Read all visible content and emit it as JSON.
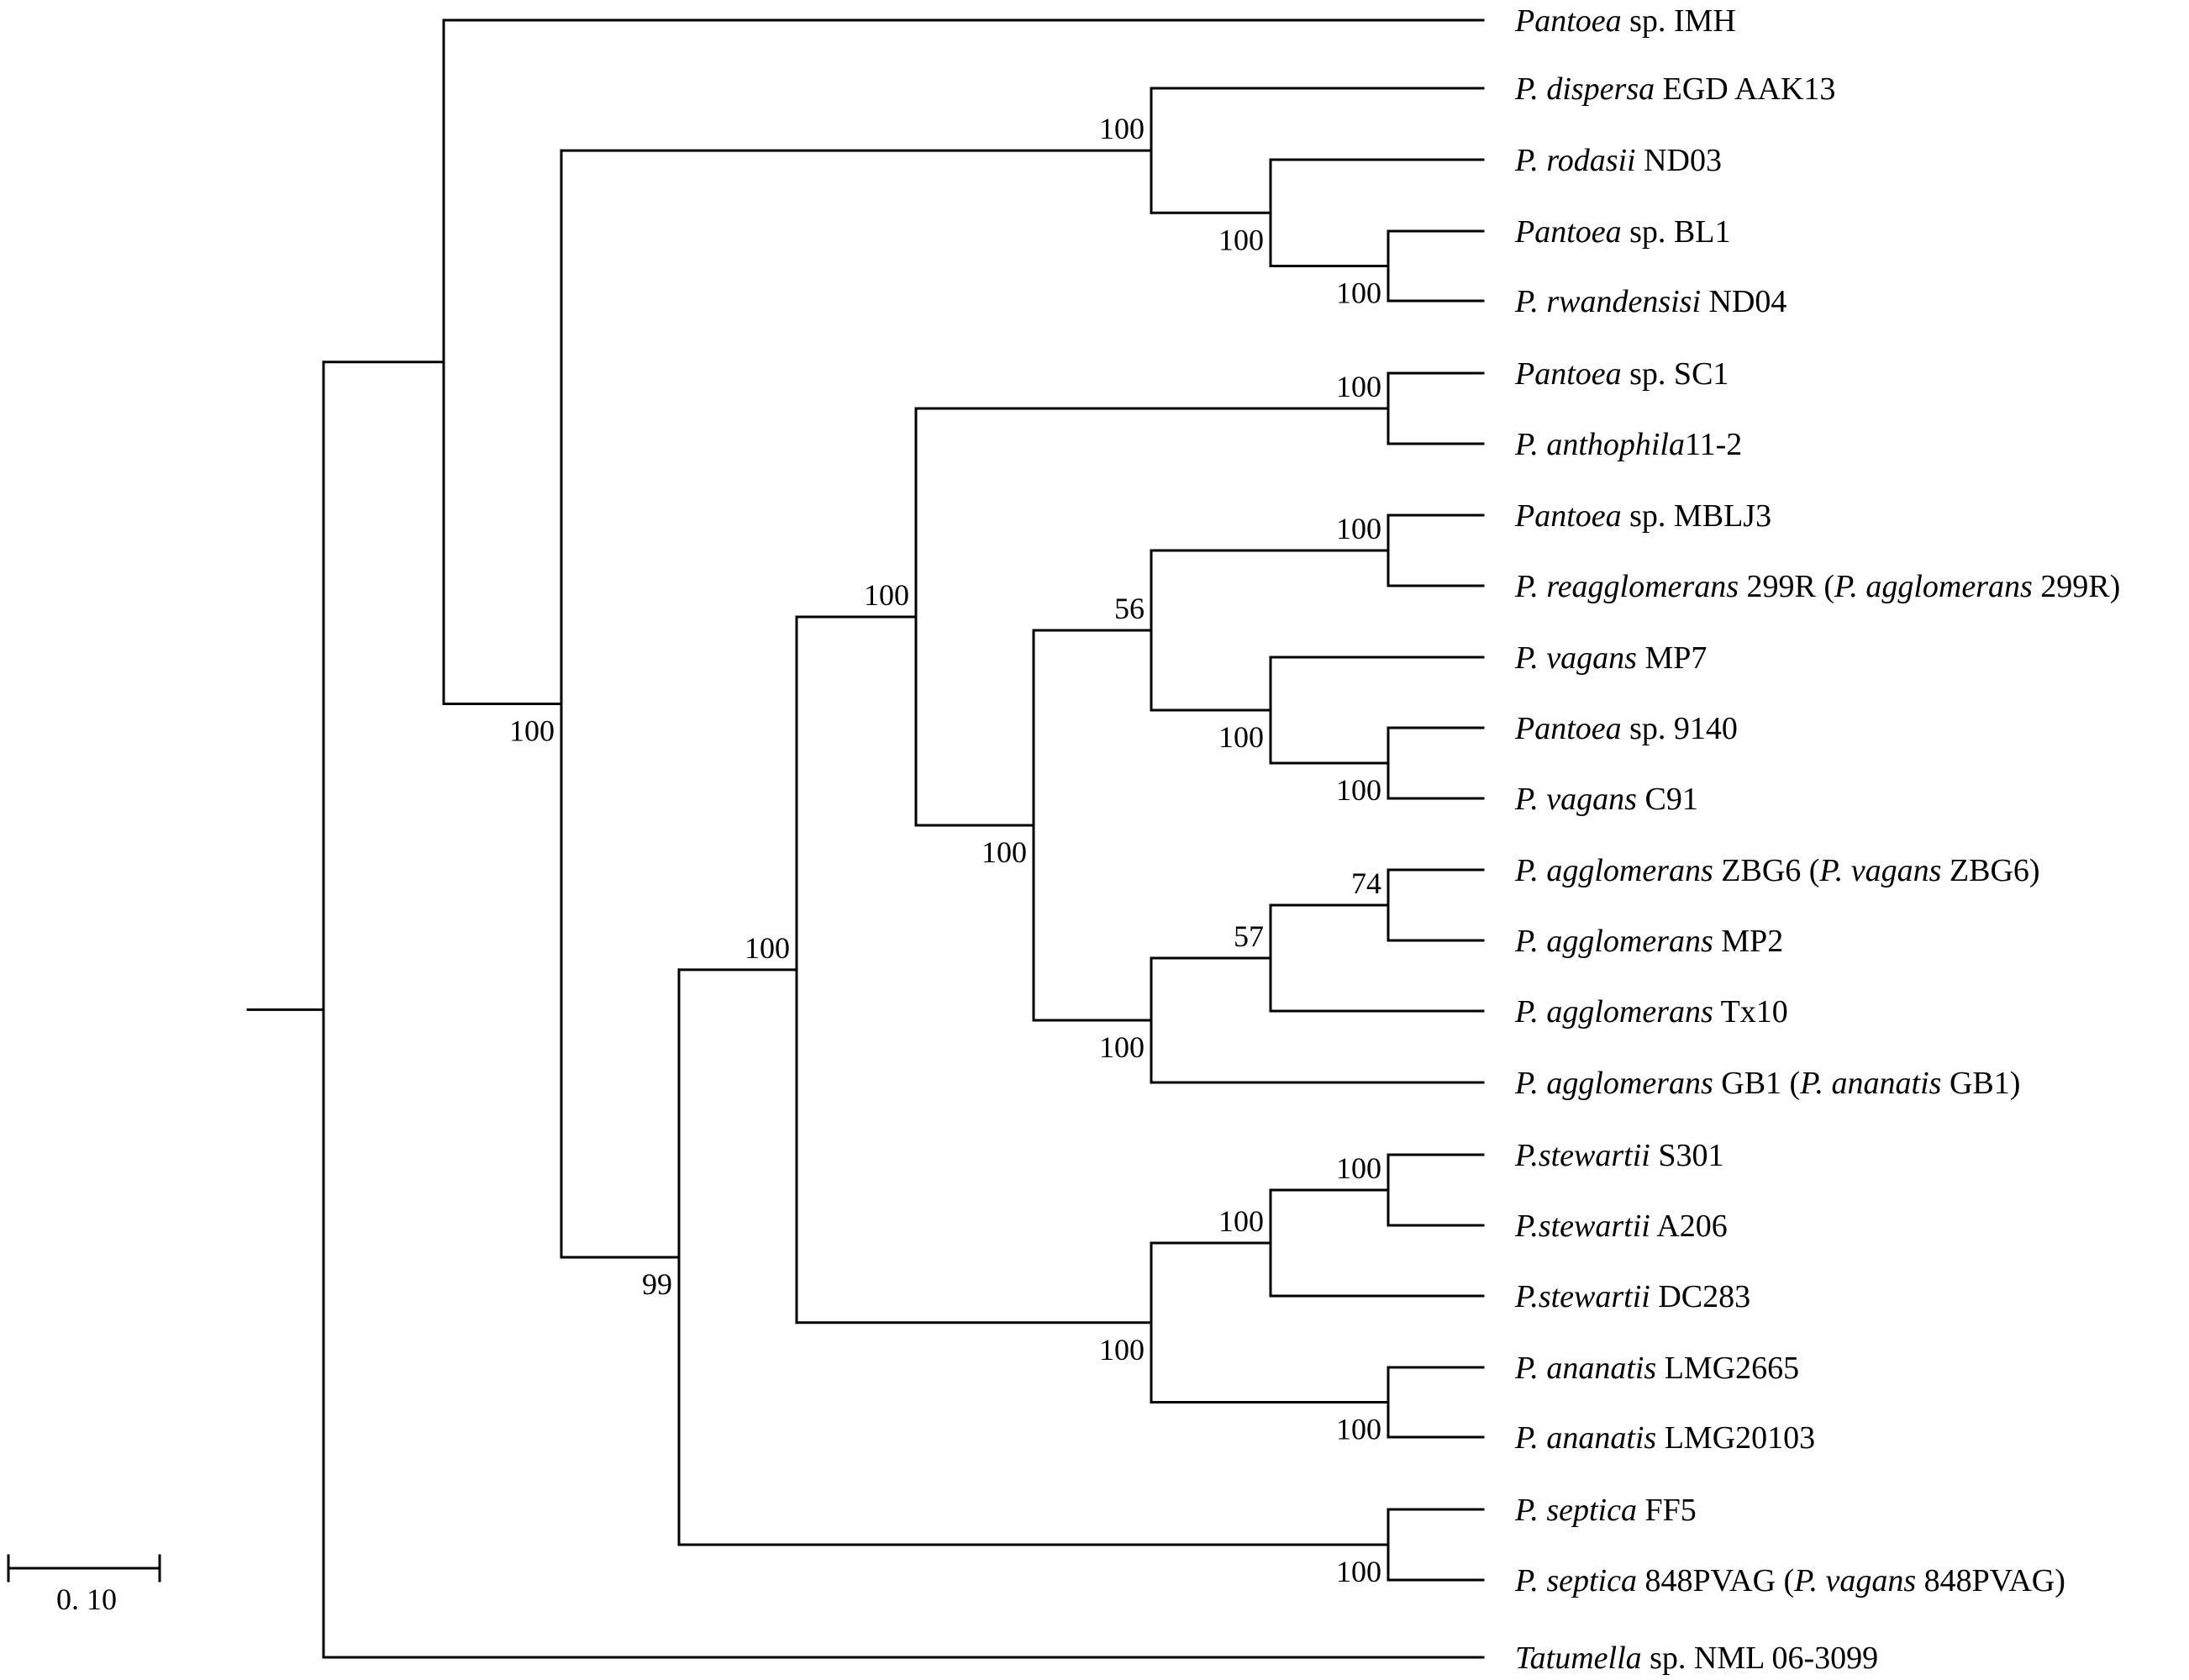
{
  "figure": {
    "taxa": [
      {
        "id": "t1",
        "parts": [
          {
            "t": "Pantoea",
            "i": true
          },
          {
            "t": " sp. IMH",
            "i": false
          }
        ]
      },
      {
        "id": "t2",
        "parts": [
          {
            "t": "P. dispersa",
            "i": true
          },
          {
            "t": " EGD AAK13",
            "i": false
          }
        ]
      },
      {
        "id": "t3",
        "parts": [
          {
            "t": "P. rodasii",
            "i": true
          },
          {
            "t": " ND03",
            "i": false
          }
        ]
      },
      {
        "id": "t4",
        "parts": [
          {
            "t": "Pantoea",
            "i": true
          },
          {
            "t": " sp. BL1",
            "i": false
          }
        ]
      },
      {
        "id": "t5",
        "parts": [
          {
            "t": "P. rwandensisi",
            "i": true
          },
          {
            "t": " ND04",
            "i": false
          }
        ]
      },
      {
        "id": "t6",
        "parts": [
          {
            "t": "Pantoea",
            "i": true
          },
          {
            "t": " sp. SC1",
            "i": false
          }
        ]
      },
      {
        "id": "t7",
        "parts": [
          {
            "t": "P. anthophila",
            "i": true
          },
          {
            "t": "11-2",
            "i": false
          }
        ]
      },
      {
        "id": "t8",
        "parts": [
          {
            "t": "Pantoea",
            "i": true
          },
          {
            "t": " sp. MBLJ3",
            "i": false
          }
        ]
      },
      {
        "id": "t9",
        "parts": [
          {
            "t": "P. reagglomerans",
            "i": true
          },
          {
            "t": " 299R (",
            "i": false
          },
          {
            "t": "P. agglomerans",
            "i": true
          },
          {
            "t": " 299R)",
            "i": false
          }
        ]
      },
      {
        "id": "t10",
        "parts": [
          {
            "t": "P.  vagans",
            "i": true
          },
          {
            "t": " MP7",
            "i": false
          }
        ]
      },
      {
        "id": "t11",
        "parts": [
          {
            "t": "Pantoea",
            "i": true
          },
          {
            "t": " sp. 9140",
            "i": false
          }
        ]
      },
      {
        "id": "t12",
        "parts": [
          {
            "t": "P.  vagans",
            "i": true
          },
          {
            "t": " C91",
            "i": false
          }
        ]
      },
      {
        "id": "t13",
        "parts": [
          {
            "t": "P. agglomerans",
            "i": true
          },
          {
            "t": " ZBG6 (",
            "i": false
          },
          {
            "t": "P. vagans",
            "i": true
          },
          {
            "t": " ZBG6)",
            "i": false
          }
        ]
      },
      {
        "id": "t14",
        "parts": [
          {
            "t": "P. agglomerans",
            "i": true
          },
          {
            "t": " MP2",
            "i": false
          }
        ]
      },
      {
        "id": "t15",
        "parts": [
          {
            "t": "P. agglomerans",
            "i": true
          },
          {
            "t": " Tx10",
            "i": false
          }
        ]
      },
      {
        "id": "t16",
        "parts": [
          {
            "t": "P. agglomerans",
            "i": true
          },
          {
            "t": " GB1 (",
            "i": false
          },
          {
            "t": "P. ananatis",
            "i": true
          },
          {
            "t": " GB1)",
            "i": false
          }
        ]
      },
      {
        "id": "t17",
        "parts": [
          {
            "t": "P.stewartii",
            "i": true
          },
          {
            "t": " S301",
            "i": false
          }
        ]
      },
      {
        "id": "t18",
        "parts": [
          {
            "t": "P.stewartii",
            "i": true
          },
          {
            "t": " A206",
            "i": false
          }
        ]
      },
      {
        "id": "t19",
        "parts": [
          {
            "t": "P.stewartii",
            "i": true
          },
          {
            "t": " DC283",
            "i": false
          }
        ]
      },
      {
        "id": "t20",
        "parts": [
          {
            "t": "P. ananatis",
            "i": true
          },
          {
            "t": " LMG2665",
            "i": false
          }
        ]
      },
      {
        "id": "t21",
        "parts": [
          {
            "t": "P. ananatis",
            "i": true
          },
          {
            "t": " LMG20103",
            "i": false
          }
        ]
      },
      {
        "id": "t22",
        "parts": [
          {
            "t": "P. septica",
            "i": true
          },
          {
            "t": " FF5",
            "i": false
          }
        ]
      },
      {
        "id": "t23",
        "parts": [
          {
            "t": "P. septica",
            "i": true
          },
          {
            "t": " 848PVAG (",
            "i": false
          },
          {
            "t": "P. vagans",
            "i": true
          },
          {
            "t": " 848PVAG)",
            "i": false
          }
        ]
      },
      {
        "id": "t24",
        "parts": [
          {
            "t": "Tatumella",
            "i": true
          },
          {
            "t": " sp. NML 06-3099",
            "i": false
          }
        ]
      }
    ],
    "support_values": {
      "n_dispersa_group": "100",
      "n_rodasii_group": "100",
      "n_bl1_rwandensisi": "100",
      "n_dispersa_clade_stem": "100",
      "n_sc1_anthophila": "100",
      "n_mblj3_reagglomerans": "100",
      "n_agglomerans_vagans_group": "56",
      "n_vagans_group": "100",
      "n_9140_c91": "100",
      "n_zbg6_mp2": "74",
      "n_zbg6_tx10": "57",
      "n_agglomerans_group": "100",
      "n_big_agglomerans_clade": "100",
      "n_sc1_clade_stem": "100",
      "n_core_pantoea": "100",
      "n_s301_a206": "100",
      "n_stewartii_group": "100",
      "n_stewartii_ananatis": "100",
      "n_lmg2665_lmg20103": "100",
      "n_septica": "100",
      "n_main_clade": "99"
    },
    "scale_bar": {
      "label": "0. 10"
    }
  }
}
